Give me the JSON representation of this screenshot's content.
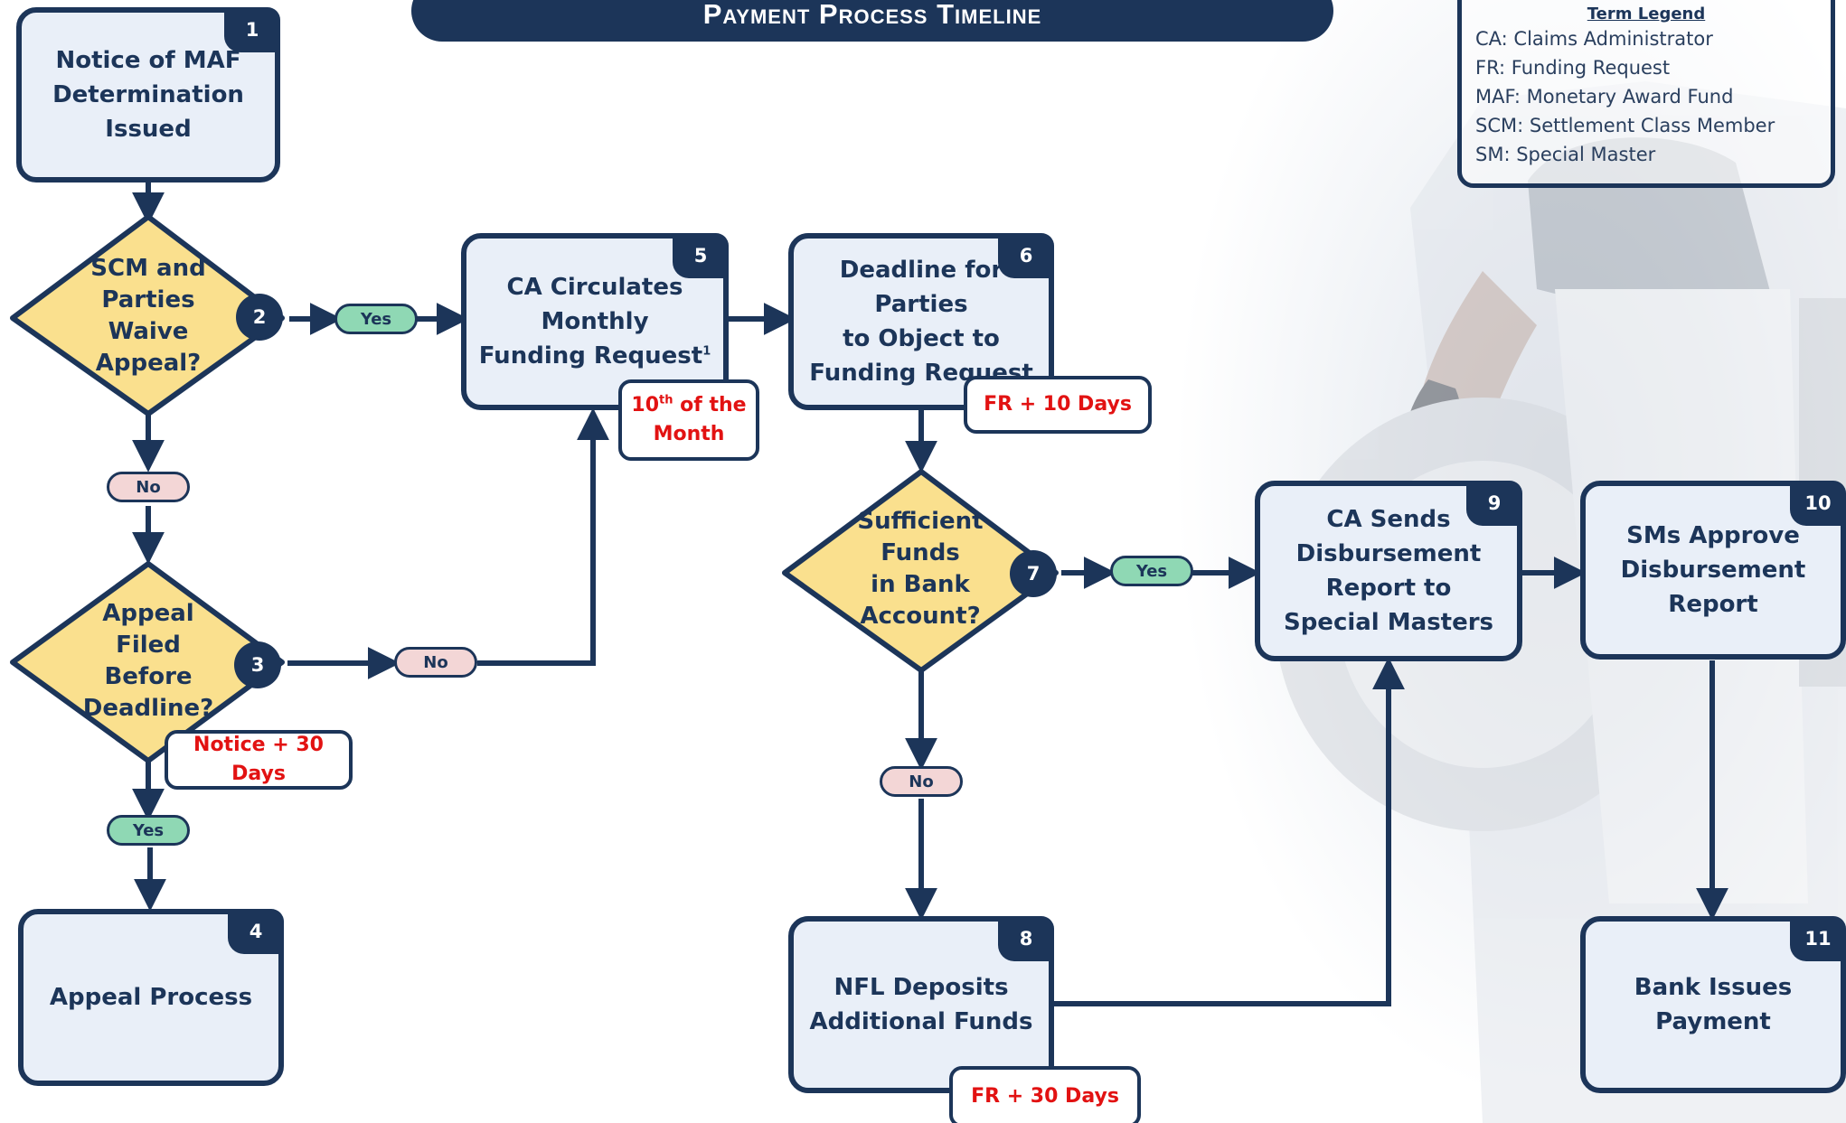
{
  "title": "Payment Process Timeline",
  "legend": {
    "title": "Term Legend",
    "items": [
      "CA:  Claims Administrator",
      "FR:  Funding Request",
      "MAF:  Monetary Award Fund",
      "SCM:  Settlement Class Member",
      "SM:  Special Master"
    ]
  },
  "steps": {
    "s1": {
      "num": "1",
      "text": "Notice of MAF\nDetermination\nIssued"
    },
    "s2": {
      "num": "2",
      "text": "SCM and\nParties\nWaive\nAppeal?"
    },
    "s3": {
      "num": "3",
      "text": "Appeal\nFiled\nBefore\nDeadline?"
    },
    "s4": {
      "num": "4",
      "text": "Appeal Process"
    },
    "s5": {
      "num": "5",
      "text_main": "CA Circulates\nMonthly\nFunding Request",
      "footnote": "1"
    },
    "s6": {
      "num": "6",
      "text": "Deadline for Parties\nto Object to\nFunding Request"
    },
    "s7": {
      "num": "7",
      "text": "Sufficient\nFunds\nin Bank\nAccount?"
    },
    "s8": {
      "num": "8",
      "text": "NFL Deposits\nAdditional Funds"
    },
    "s9": {
      "num": "9",
      "text": "CA Sends\nDisbursement\nReport to\nSpecial Masters"
    },
    "s10": {
      "num": "10",
      "text": "SMs Approve\nDisbursement\nReport"
    },
    "s11": {
      "num": "11",
      "text": "Bank Issues\nPayment"
    }
  },
  "labels": {
    "yes": "Yes",
    "no": "No"
  },
  "timing": {
    "t3": "Notice + 30 Days",
    "t5_a": "10",
    "t5_sup": "th",
    "t5_b": " of the",
    "t5_c": "Month",
    "t6": "FR + 10 Days",
    "t8": "FR + 30 Days"
  },
  "colors": {
    "navy": "#1c3559",
    "box_fill": "#e9eff8",
    "decision_fill": "#fae08e",
    "yes_fill": "#8fd8b4",
    "no_fill": "#f3d6d6",
    "timing_text": "#e21212"
  }
}
